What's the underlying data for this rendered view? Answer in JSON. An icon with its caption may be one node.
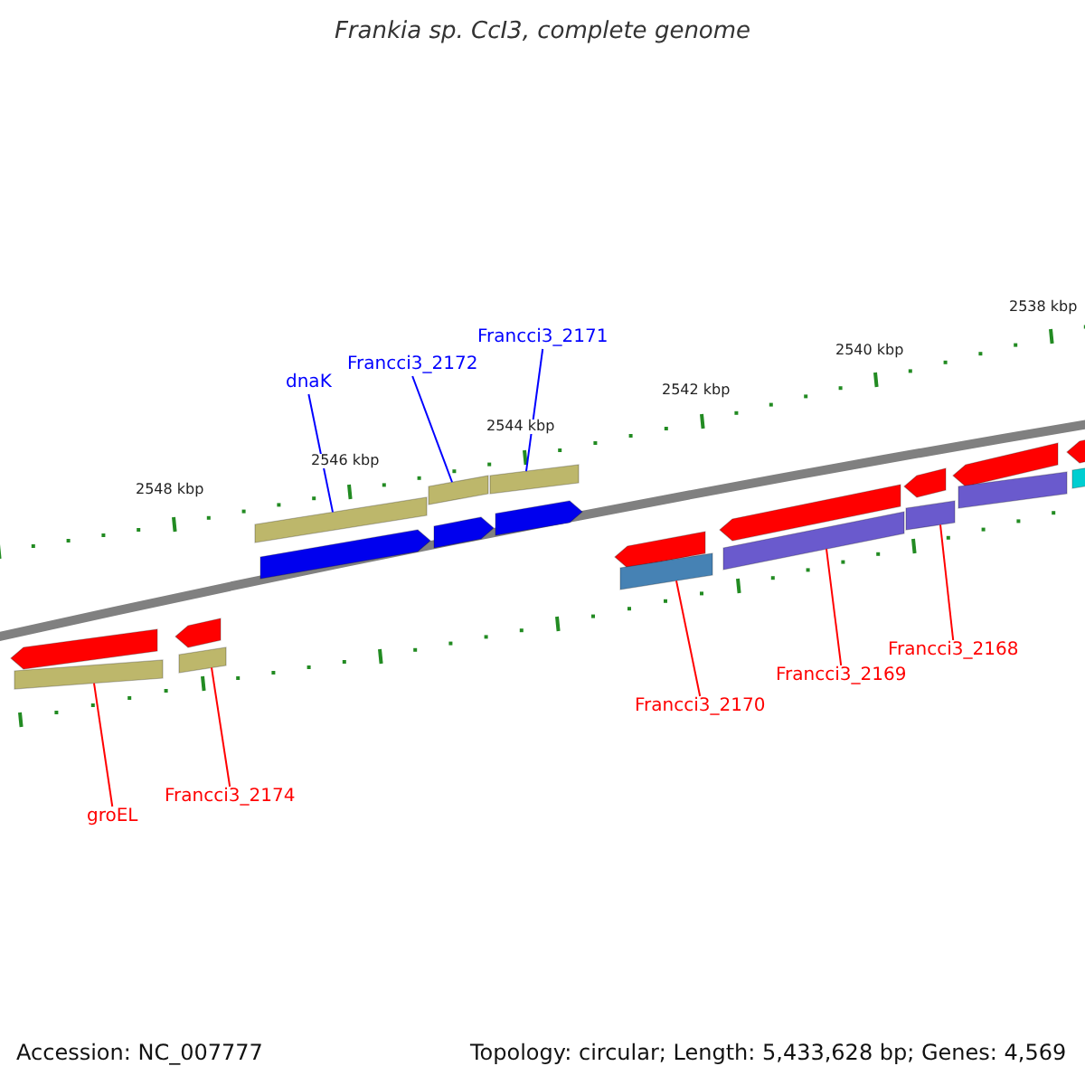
{
  "diagram": {
    "title": "Frankia sp. CcI3, complete genome",
    "nodes": [
      {
        "text": [
          "dnaK"
        ]
      },
      {
        "text": [],
        "shape": "arrow"
      },
      {
        "text": [
          "Francci3_2172"
        ]
      },
      {
        "text": [],
        "shape": "arrow"
      },
      {
        "text": [
          "Francci3_2171"
        ]
      },
      {
        "text": [],
        "shape": "arrow"
      },
      {
        "text": [
          "groEL"
        ]
      },
      {
        "text": [],
        "shape": "arrow"
      },
      {
        "text": [
          "Francci3_2174"
        ]
      },
      {
        "text": [],
        "shape": "arrow"
      },
      {
        "text": [
          "Francci3_2170"
        ]
      },
      {
        "text": [],
        "shape": "arrow"
      },
      {
        "text": [
          "Francci3_2169"
        ]
      },
      {
        "text": [],
        "shape": "arrow"
      },
      {
        "text": [
          "Francci3_2168"
        ]
      },
      {
        "text": [],
        "shape": "arrow"
      }
    ],
    "edges": [
      {
        "from": 0,
        "to": 1,
        "arrow": "none",
        "color": "#0000ff"
      },
      {
        "from": 2,
        "to": 3,
        "arrow": "none",
        "color": "#0000ff"
      },
      {
        "from": 4,
        "to": 5,
        "arrow": "none",
        "color": "#0000ff"
      },
      {
        "from": 6,
        "to": 7,
        "arrow": "none",
        "color": "#ff0000"
      },
      {
        "from": 8,
        "to": 9,
        "arrow": "none",
        "color": "#ff0000"
      },
      {
        "from": 10,
        "to": 11,
        "arrow": "none",
        "color": "#ff0000"
      },
      {
        "from": 12,
        "to": 13,
        "arrow": "none",
        "color": "#ff0000"
      },
      {
        "from": 14,
        "to": 15,
        "arrow": "none",
        "color": "#ff0000"
      }
    ],
    "labels": [
      "2538 kbp",
      "2540 kbp",
      "2542 kbp",
      "2544 kbp",
      "2546 kbp",
      "2548 kbp",
      "Accession: NC_007777",
      "Topology: circular; Length: 5,433,628 bp; Genes: 4,569"
    ]
  }
}
